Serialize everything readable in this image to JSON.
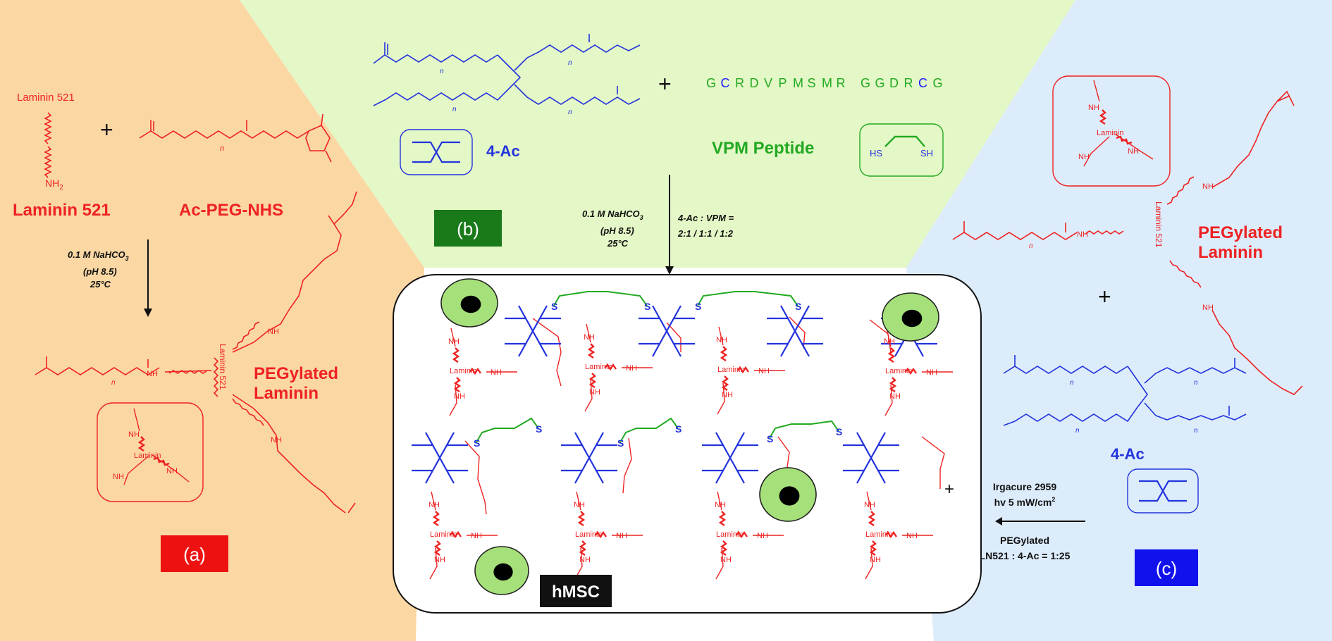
{
  "panel_a": {
    "laminin_label": "Laminin 521",
    "nh2": "NH",
    "nh2_sub": "2",
    "plus": "+",
    "n": "n",
    "laminin_name": "Laminin 521",
    "ac_peg_nhs": "Ac-PEG-NHS",
    "cond1": "0.1 M NaHCO",
    "cond1_sub": "3",
    "cond2": "(pH 8.5)",
    "cond3": "25°C",
    "pegylated1": "PEGylated",
    "pegylated2": "Laminin",
    "laminin_vert": "Laminin 521",
    "nh": "NH",
    "laminin_small": "Laminin",
    "badge": "(a)"
  },
  "panel_b": {
    "plus": "+",
    "n": "n",
    "peptide_seq": [
      "G",
      "C",
      "R",
      "D",
      "V",
      "P",
      "M",
      "S",
      "M",
      "R",
      "",
      "G",
      "G",
      "D",
      "R",
      "C",
      "G"
    ],
    "peptide_colors": [
      "#22aa22",
      "#1a1aff",
      "#22aa22",
      "#22aa22",
      "#22aa22",
      "#22aa22",
      "#22aa22",
      "#22aa22",
      "#22aa22",
      "#22aa22",
      "",
      "#22aa22",
      "#22aa22",
      "#22aa22",
      "#22aa22",
      "#1a1aff",
      "#22aa22"
    ],
    "four_ac": "4-Ac",
    "vpm": "VPM Peptide",
    "hs": "HS",
    "sh": "SH",
    "badge": "(b)",
    "cond1": "0.1 M NaHCO",
    "cond1_sub": "3",
    "cond2": "(pH 8.5)",
    "cond3": "25°C",
    "ratio1": "4-Ac : VPM =",
    "ratio2": "2:1 / 1:1 / 1:2"
  },
  "panel_c": {
    "pegylated1": "PEGylated",
    "pegylated2": "Laminin",
    "laminin_vert": "Laminin 521",
    "nh": "NH",
    "laminin_small": "Laminin",
    "plus": "+",
    "n": "n",
    "four_ac": "4-Ac",
    "badge": "(c)",
    "irgacure1": "Irgacure 2959",
    "irgacure2": "hv 5 mW/cm",
    "irgacure2_sup": "2",
    "ratio1": "PEGylated",
    "ratio2": "LN521 : 4-Ac = 1:25"
  },
  "center": {
    "s": "S",
    "nh": "NH",
    "laminin": "Laminin",
    "plus": "+",
    "hmsc": "hMSC"
  },
  "colors": {
    "panel_a_bg": "#fbd7a4",
    "panel_b_bg": "#e4f7c6",
    "panel_c_bg": "#dcecfb",
    "red": "#ee2222",
    "blue": "#2233dd",
    "green": "#22aa22",
    "badge_a": "#ee1111",
    "badge_b": "#1a7a1a",
    "badge_c": "#1111ee",
    "cell": "#a6e07a"
  }
}
